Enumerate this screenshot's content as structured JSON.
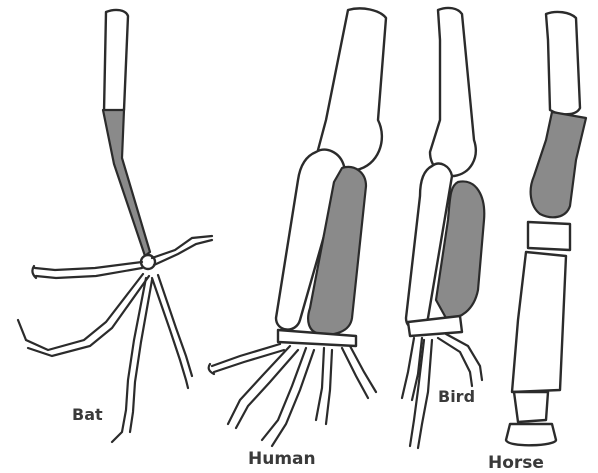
{
  "limbs": [
    {
      "id": "bat",
      "label": "Bat"
    },
    {
      "id": "human",
      "label": "Human"
    },
    {
      "id": "bird",
      "label": "Bird"
    },
    {
      "id": "horse",
      "label": "Horse"
    }
  ],
  "colors": {
    "outline": "#2b2b2b",
    "homologous_bone_shade": "#8a8a8a",
    "bone_fill": "#ffffff",
    "label": "#3a3a3a"
  }
}
